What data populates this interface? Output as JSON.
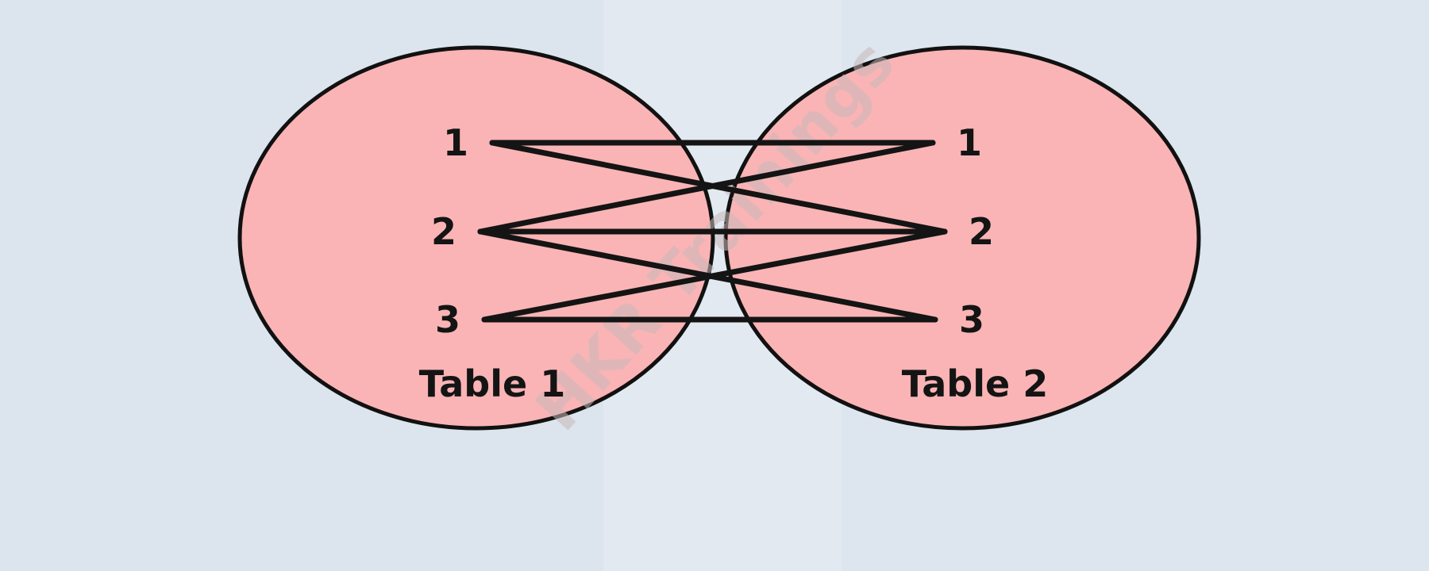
{
  "diagram": {
    "type": "bipartite-join-diagram",
    "background_color": "#dde5ee",
    "center_band_color": "#e3e9f1",
    "ellipse_fill": "#fab4b5",
    "ellipse_stroke": "#111111",
    "line_color": "#141414",
    "text_color": "#141414",
    "watermark": {
      "text": "HKR Trainings",
      "color": "#c9b9b9",
      "rotation_degrees": -48
    },
    "left_group": {
      "caption": "Table 1",
      "nodes": [
        {
          "id": "L1",
          "label": "1"
        },
        {
          "id": "L2",
          "label": "2"
        },
        {
          "id": "L3",
          "label": "3"
        }
      ]
    },
    "right_group": {
      "caption": "Table 2",
      "nodes": [
        {
          "id": "R1",
          "label": "1"
        },
        {
          "id": "R2",
          "label": "2"
        },
        {
          "id": "R3",
          "label": "3"
        }
      ]
    },
    "connections": [
      {
        "from": "L1",
        "to": "R1"
      },
      {
        "from": "L1",
        "to": "R2"
      },
      {
        "from": "L2",
        "to": "R1"
      },
      {
        "from": "L2",
        "to": "R2"
      },
      {
        "from": "L2",
        "to": "R3"
      },
      {
        "from": "L3",
        "to": "R2"
      },
      {
        "from": "L3",
        "to": "R3"
      }
    ]
  }
}
